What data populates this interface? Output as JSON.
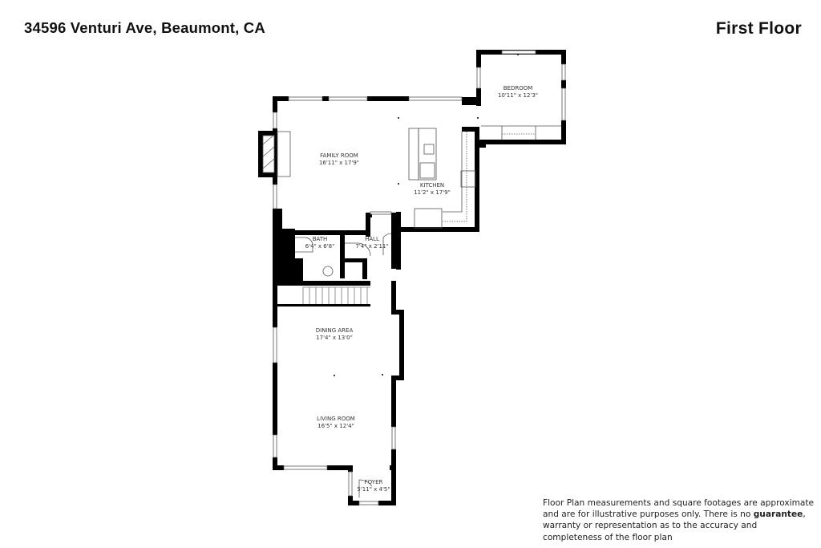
{
  "header": {
    "address": "34596 Venturi Ave, Beaumont, CA",
    "floor_title": "First Floor"
  },
  "rooms": [
    {
      "name": "BEDROOM",
      "dimensions": "10'11\" x 12'3\""
    },
    {
      "name": "FAMILY ROOM",
      "dimensions": "16'11\" x 17'9\""
    },
    {
      "name": "KITCHEN",
      "dimensions": "11'2\" x 17'9\""
    },
    {
      "name": "BATH",
      "dimensions": "6'4\" x 6'8\""
    },
    {
      "name": "HALL",
      "dimensions": "7'4\" x 2'11\""
    },
    {
      "name": "DINING AREA",
      "dimensions": "17'4\" x 13'0\""
    },
    {
      "name": "LIVING ROOM",
      "dimensions": "16'5\" x 12'4\""
    },
    {
      "name": "FOYER",
      "dimensions": "5'11\" x 4'5\""
    }
  ],
  "disclaimer": {
    "part1": "Floor Plan measurements and square footages are approximate and are for illustrative purposes only. There is no",
    "guarantee": "guarantee",
    "part2": ", warranty or representation as to the accuracy and completeness of the floor plan"
  },
  "colors": {
    "wall": "#000000",
    "text": "#111111",
    "background": "#ffffff"
  }
}
